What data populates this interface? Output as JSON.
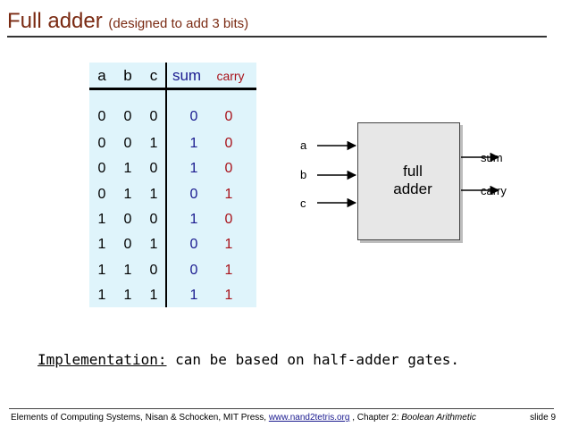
{
  "title": {
    "main": "Full adder",
    "sub": "(designed to add 3 bits)"
  },
  "table": {
    "headers": [
      "a",
      "b",
      "c",
      "sum",
      "carry"
    ],
    "rows": [
      [
        "0",
        "0",
        "0",
        "0",
        "0"
      ],
      [
        "0",
        "0",
        "1",
        "1",
        "0"
      ],
      [
        "0",
        "1",
        "0",
        "1",
        "0"
      ],
      [
        "0",
        "1",
        "1",
        "0",
        "1"
      ],
      [
        "1",
        "0",
        "0",
        "1",
        "0"
      ],
      [
        "1",
        "0",
        "1",
        "0",
        "1"
      ],
      [
        "1",
        "1",
        "0",
        "0",
        "1"
      ],
      [
        "1",
        "1",
        "1",
        "1",
        "1"
      ]
    ]
  },
  "diagram": {
    "box_label_line1": "full",
    "box_label_line2": "adder",
    "inputs": [
      "a",
      "b",
      "c"
    ],
    "outputs": [
      "sum",
      "carry"
    ]
  },
  "implementation": {
    "label": "Implementation:",
    "text": "can be based on half-adder gates."
  },
  "footer": {
    "text_before": "Elements of Computing Systems, Nisan & Schocken, MIT Press,",
    "link": "www.nand2tetris.org",
    "text_after": ", Chapter 2:",
    "chapter": "Boolean Arithmetic",
    "slide": "slide 9"
  },
  "colors": {
    "title": "#7a2a12",
    "sum": "#1a1a8f",
    "carry": "#a8121a",
    "table_bg": "#dff4fb"
  }
}
